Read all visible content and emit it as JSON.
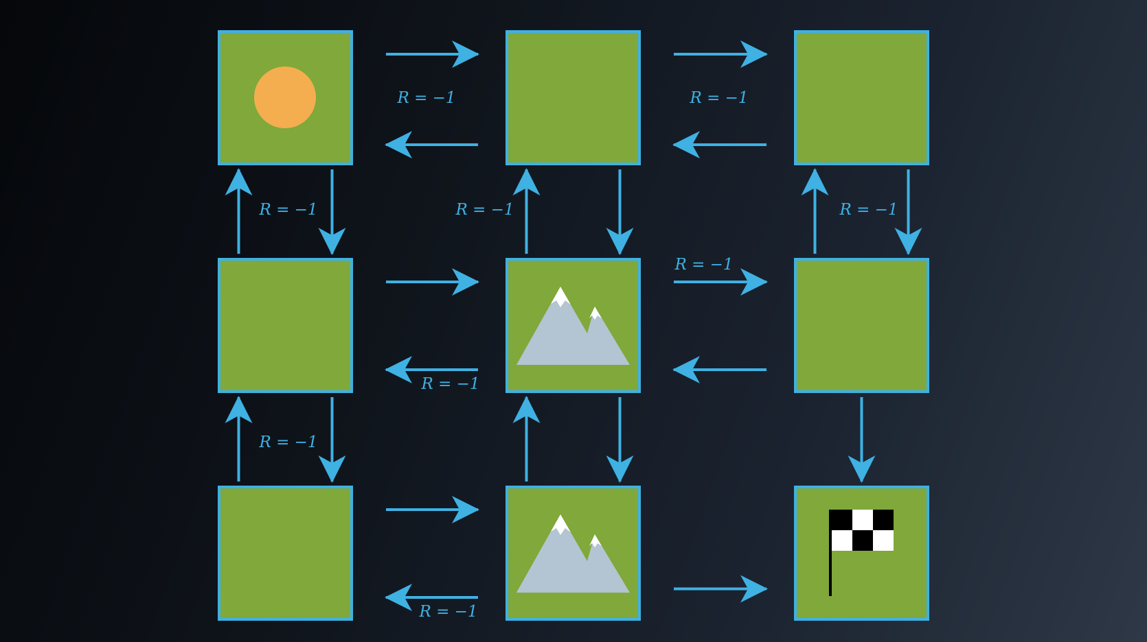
{
  "colors": {
    "tile_fill": "#80a83a",
    "tile_border": "#3fb1e3",
    "arrow": "#3fb1e3",
    "label": "#3fb1e3",
    "sun": "#f4ae4f",
    "mountain": "#b3c4d2",
    "snow": "#ffffff",
    "flag_dark": "#000000",
    "flag_light": "#ffffff"
  },
  "grid": {
    "rows": 3,
    "cols": 3,
    "tiles": [
      {
        "row": 0,
        "col": 0,
        "icon": "sun-icon"
      },
      {
        "row": 0,
        "col": 1,
        "icon": ""
      },
      {
        "row": 0,
        "col": 2,
        "icon": ""
      },
      {
        "row": 1,
        "col": 0,
        "icon": ""
      },
      {
        "row": 1,
        "col": 1,
        "icon": "mountain-icon"
      },
      {
        "row": 1,
        "col": 2,
        "icon": ""
      },
      {
        "row": 2,
        "col": 0,
        "icon": ""
      },
      {
        "row": 2,
        "col": 1,
        "icon": "mountain-icon"
      },
      {
        "row": 2,
        "col": 2,
        "icon": "checkered-flag-icon"
      }
    ]
  },
  "transitions": [
    {
      "from": [
        0,
        0
      ],
      "to": [
        0,
        1
      ],
      "label": ""
    },
    {
      "from": [
        0,
        1
      ],
      "to": [
        0,
        0
      ],
      "label": ""
    },
    {
      "from": [
        0,
        1
      ],
      "to": [
        0,
        2
      ],
      "label": ""
    },
    {
      "from": [
        0,
        2
      ],
      "to": [
        0,
        1
      ],
      "label": ""
    },
    {
      "from": [
        1,
        0
      ],
      "to": [
        1,
        1
      ],
      "label": ""
    },
    {
      "from": [
        1,
        1
      ],
      "to": [
        1,
        0
      ],
      "label": ""
    },
    {
      "from": [
        1,
        1
      ],
      "to": [
        1,
        2
      ],
      "label": ""
    },
    {
      "from": [
        1,
        2
      ],
      "to": [
        1,
        1
      ],
      "label": ""
    },
    {
      "from": [
        2,
        0
      ],
      "to": [
        2,
        1
      ],
      "label": ""
    },
    {
      "from": [
        2,
        1
      ],
      "to": [
        2,
        0
      ],
      "label": ""
    },
    {
      "from": [
        2,
        1
      ],
      "to": [
        2,
        2
      ],
      "label": ""
    },
    {
      "from": [
        0,
        0
      ],
      "to": [
        1,
        0
      ],
      "label": ""
    },
    {
      "from": [
        1,
        0
      ],
      "to": [
        0,
        0
      ],
      "label": ""
    },
    {
      "from": [
        0,
        1
      ],
      "to": [
        1,
        1
      ],
      "label": ""
    },
    {
      "from": [
        1,
        1
      ],
      "to": [
        0,
        1
      ],
      "label": ""
    },
    {
      "from": [
        0,
        2
      ],
      "to": [
        1,
        2
      ],
      "label": ""
    },
    {
      "from": [
        1,
        2
      ],
      "to": [
        0,
        2
      ],
      "label": ""
    },
    {
      "from": [
        1,
        0
      ],
      "to": [
        2,
        0
      ],
      "label": ""
    },
    {
      "from": [
        2,
        0
      ],
      "to": [
        1,
        0
      ],
      "label": ""
    },
    {
      "from": [
        1,
        1
      ],
      "to": [
        2,
        1
      ],
      "label": ""
    },
    {
      "from": [
        2,
        1
      ],
      "to": [
        1,
        1
      ],
      "label": ""
    },
    {
      "from": [
        1,
        2
      ],
      "to": [
        2,
        2
      ],
      "label": ""
    }
  ],
  "reward_labels": [
    {
      "text": "R = −1"
    },
    {
      "text": "R = −1"
    },
    {
      "text": "R = −1"
    },
    {
      "text": "R = −1"
    },
    {
      "text": "R = −1"
    },
    {
      "text": "R = −1"
    },
    {
      "text": "R = −1"
    },
    {
      "text": "R = −1"
    },
    {
      "text": "R = −1"
    }
  ]
}
